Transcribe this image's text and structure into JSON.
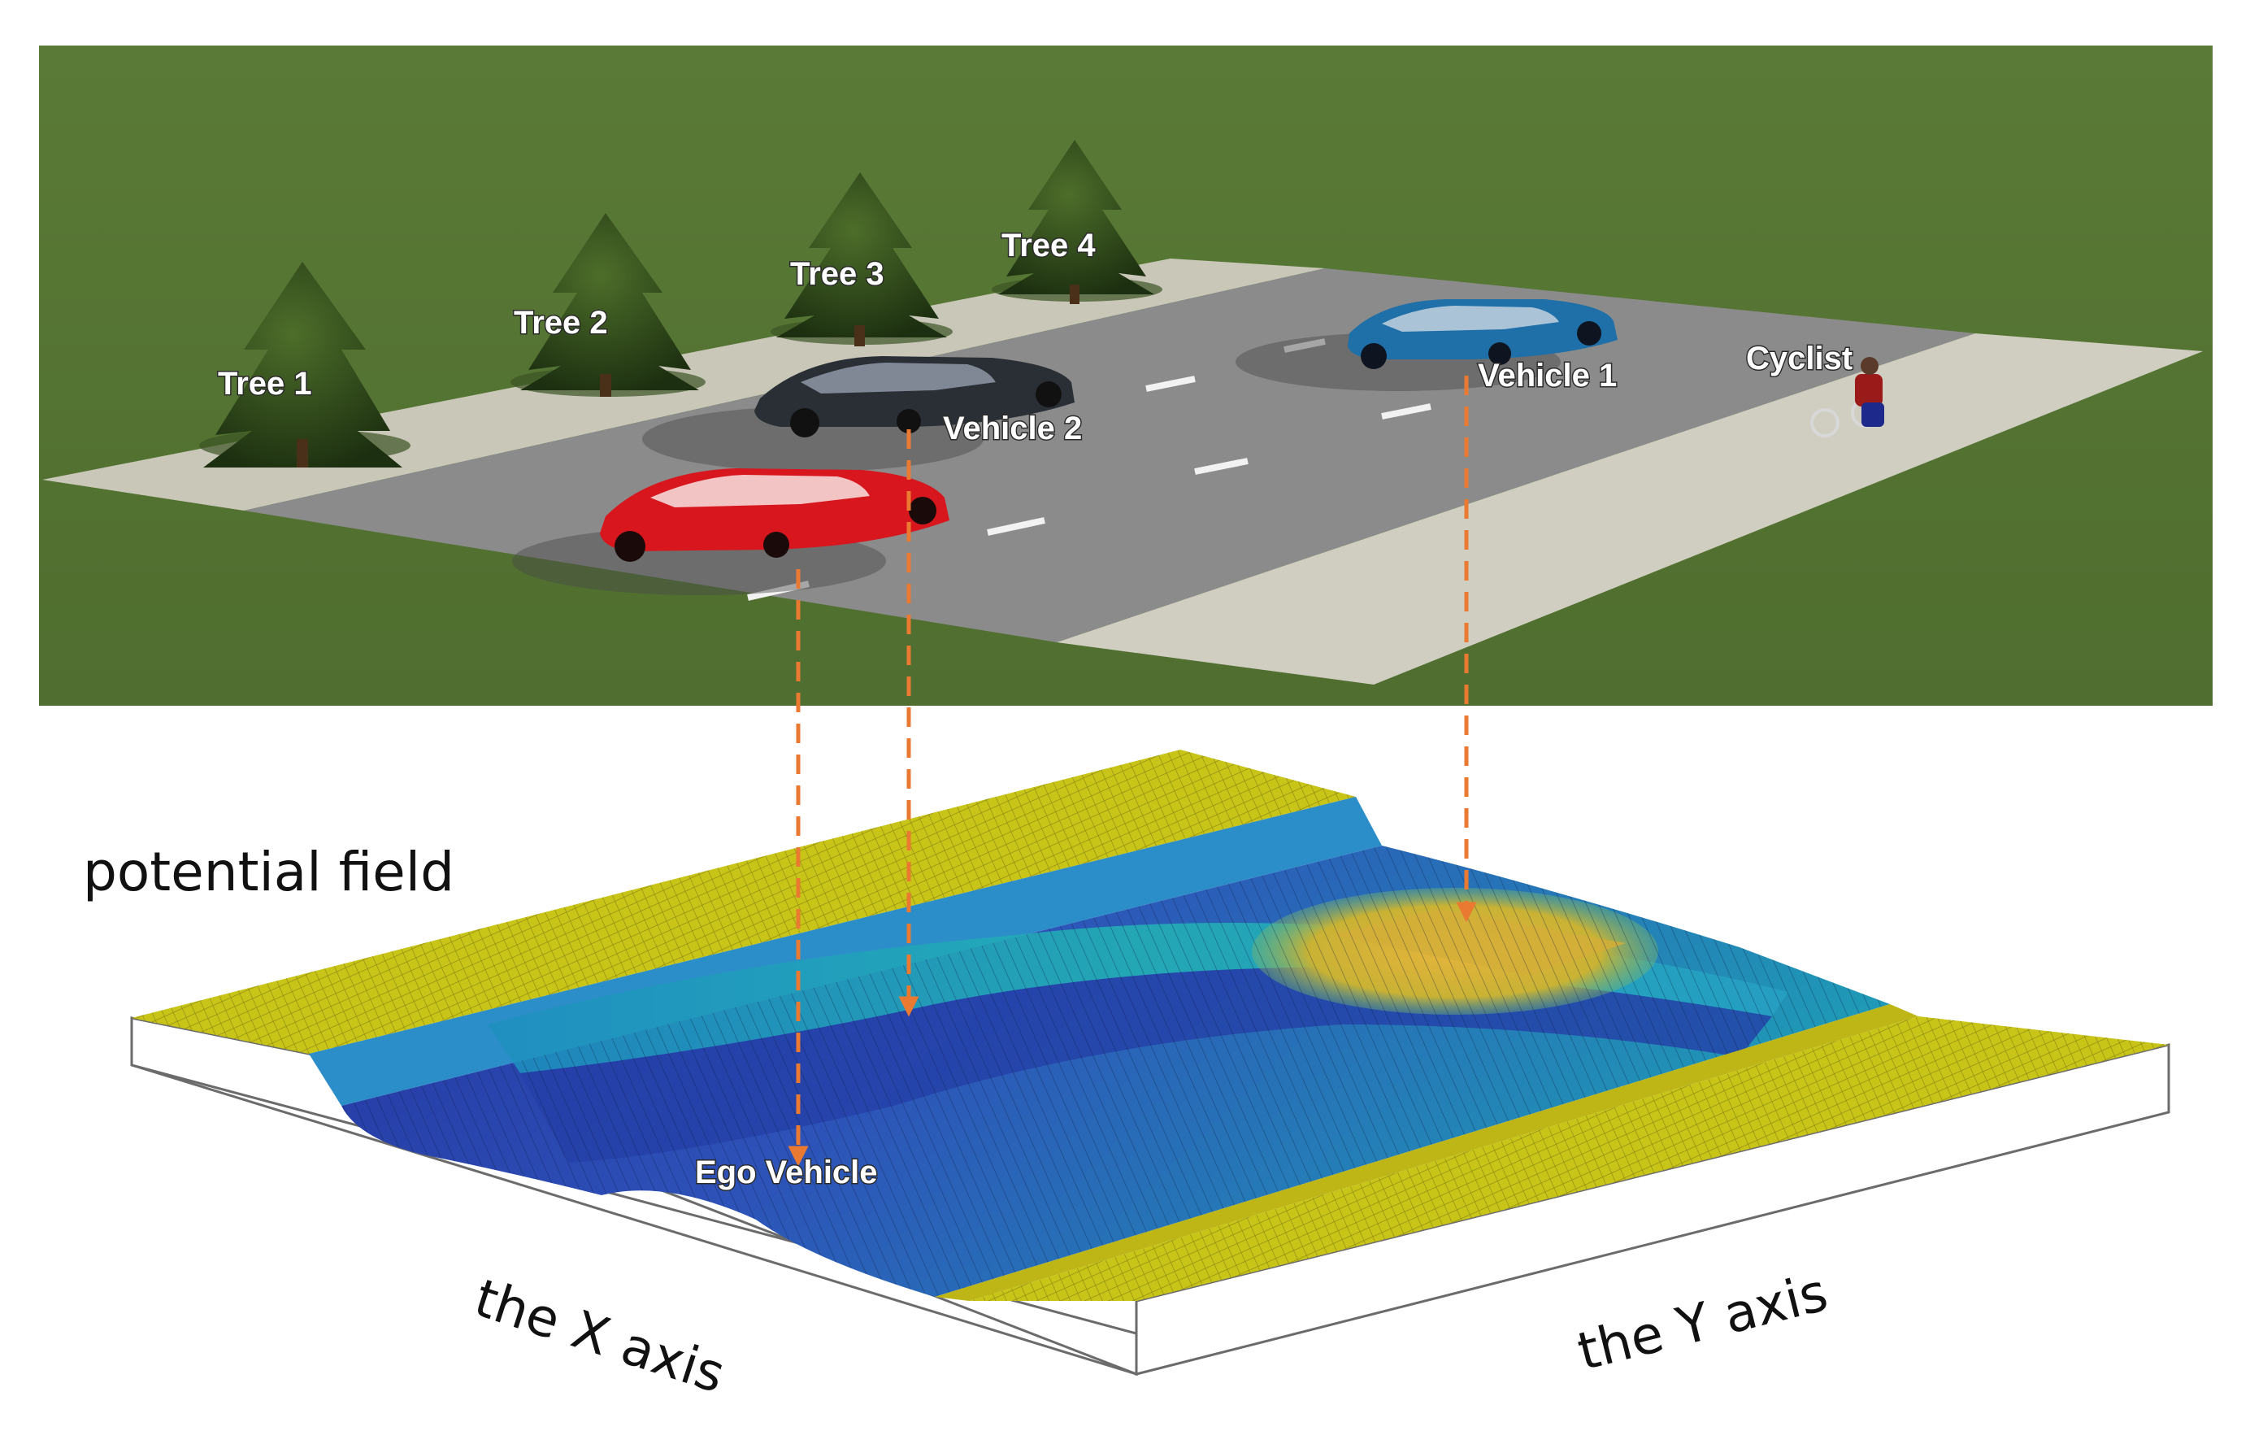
{
  "scene": {
    "trees": [
      "Tree 1",
      "Tree 2",
      "Tree 3",
      "Tree 4"
    ],
    "vehicles": {
      "ego": "Ego Vehicle",
      "vehicle_1": "Vehicle 1",
      "vehicle_2": "Vehicle 2"
    },
    "cyclist": "Cyclist"
  },
  "field": {
    "title": "potential field",
    "x_axis": "the X axis",
    "y_axis": "the Y axis"
  },
  "colors": {
    "grass": "#5e7d3a",
    "road": "#8a8a8a",
    "sidewalk": "#cfcdbf",
    "ego_car": "#d8161e",
    "vehicle_1": "#1f6fa8",
    "vehicle_2": "#2a2f36",
    "arrow": "#ea7a32",
    "field_high": "#c9c41a",
    "field_low": "#2b3ea8",
    "field_mid": "#1aa3b5",
    "field_peak": "#e1b23a"
  }
}
